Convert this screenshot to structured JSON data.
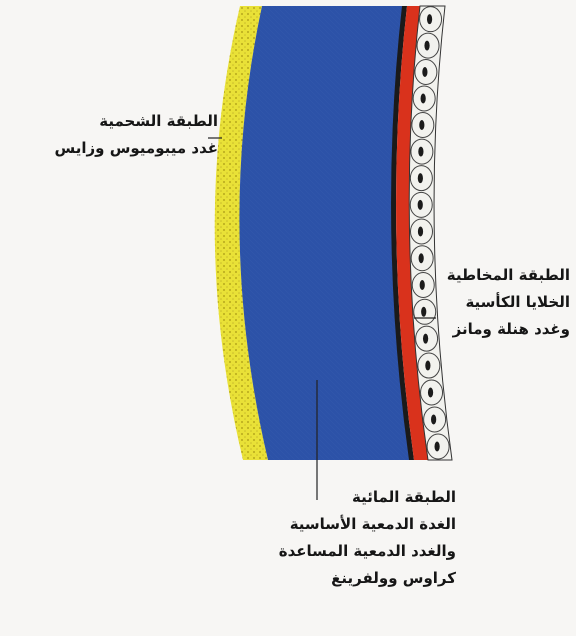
{
  "tear_film": {
    "layers": [
      {
        "id": "lipid",
        "color": "#e9e137",
        "lines": [
          "الطبقة الشحمية",
          "غدد ميبوميوس وزايس"
        ]
      },
      {
        "id": "aqueous",
        "color": "#2c52a8",
        "lines": [
          "الطبقة المائية",
          "الغدة الدمعية الأساسية",
          "والغدد الدمعية المساعدة",
          "كراوس وولفرينغ"
        ]
      },
      {
        "id": "mucous",
        "color": "#d9321c",
        "lines": [
          "الطبقة المخاطية",
          "الخلايا الكأسية",
          "وغدد هنلة ومانز"
        ]
      }
    ],
    "epithelium_color": "#f2f2ee"
  }
}
